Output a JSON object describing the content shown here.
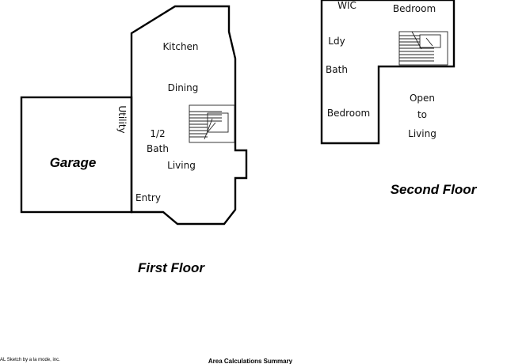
{
  "credit": "AL Sketch by a la mode, inc.",
  "summary_title": "Area Calculations Summary",
  "first_floor": {
    "title": "First Floor",
    "garage": "Garage",
    "utility": "Utility",
    "kitchen": "Kitchen",
    "dining": "Dining",
    "half_bath_line1": "1/2",
    "half_bath_line2": "Bath",
    "living": "Living",
    "entry": "Entry"
  },
  "second_floor": {
    "title": "Second Floor",
    "wic": "WIC",
    "bedroom_top": "Bedroom",
    "ldy": "Ldy",
    "bath": "Bath",
    "bedroom_bottom": "Bedroom",
    "open_line1": "Open",
    "open_line2": "to",
    "open_line3": "Living"
  },
  "colors": {
    "walls": "#000000",
    "background": "#ffffff"
  }
}
